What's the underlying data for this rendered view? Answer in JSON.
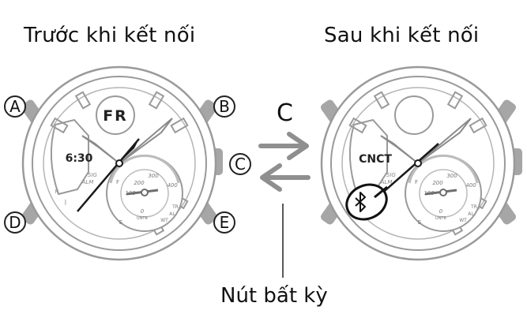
{
  "captions": {
    "before": "Trước khi kết nối",
    "after": "Sau khi kết nối",
    "any_button": "Nút bất kỳ"
  },
  "button_labels": [
    "A",
    "B",
    "C",
    "D",
    "E"
  ],
  "transition_letter": "C",
  "watch_before": {
    "upper_display": "FR",
    "left_display": "6:30",
    "left_labels": [
      "SIG",
      "ALM",
      "R"
    ],
    "dial_numbers": [
      "300",
      "200",
      "400",
      "100",
      "0"
    ],
    "dial_sublabels": [
      "UNTR",
      "TR",
      "AL",
      "WT",
      "F",
      "E"
    ]
  },
  "watch_after": {
    "left_display": "CNCT",
    "left_labels": [
      "SIG",
      "ALM",
      "R"
    ],
    "dial_numbers": [
      "300",
      "200",
      "400",
      "100",
      "0"
    ],
    "dial_sublabels": [
      "UNTR",
      "TR",
      "AL",
      "WT",
      "F",
      "E"
    ],
    "highlight": "bluetooth-icon"
  },
  "colors": {
    "line": "#9a9a9a",
    "button": "#a6a6a6",
    "hand": "#1a1a1a",
    "arrow": "#8f8f8f"
  }
}
